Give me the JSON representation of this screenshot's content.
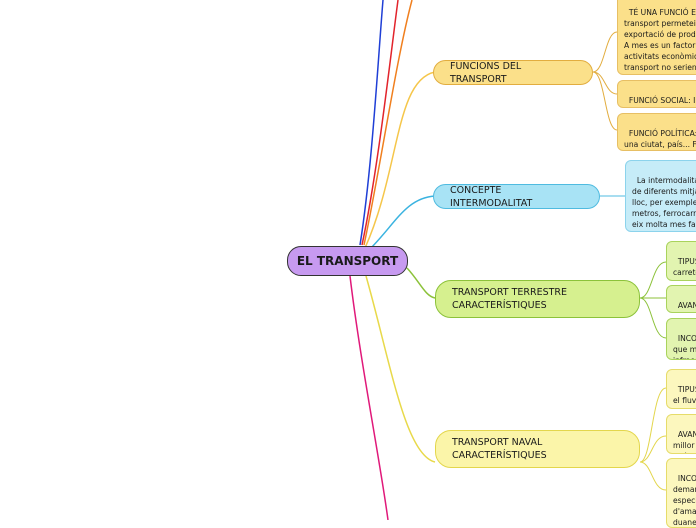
{
  "root": {
    "label": "EL TRANSPORT"
  },
  "branches": [
    {
      "label": "FUNCIONS DEL TRANSPORT",
      "leaves": [
        "TÉ UNA FUNCIÓ E\ntransport permetei\nexportació de prod\nA mes es un factor\nactivitats econòmiq\ntransport no serien\nglobalitzada.",
        "FUNCIÓ SOCIAL: Int\nla possibilitat de mo",
        "FUNCIÓ POLÍTICA: J\nuna ciutat, país... Fa\nmantengui unida i c"
      ]
    },
    {
      "label": "CONCEPTE INTERMODALITAT",
      "leaves": [
        "La intermodalitat\nde diferents mitja\nlloc, per exemple\nmetros, ferrocarr\neix molta mes fac\neconòmic (Comer"
      ]
    },
    {
      "label": "TRANSPORT TERRESTRE\nCARACTERÍSTIQUES",
      "leaves": [
        "TIPUS:\ncarrete\nvies; Fe",
        "AVANT\ncòmod",
        "INCON\nque m\ninfraes"
      ]
    },
    {
      "label": "TRANSPORT NAVAL\nCARACTERÍSTIQUES",
      "leaves": [
        "TIPUS:\nel fluvi\ncomer",
        "AVANT\nmillor c\nturístic",
        "INCON\ndeman\nespeci\nd'ama\nduane\nEl"
      ]
    }
  ],
  "colors": {
    "root": "#c79af0",
    "branch_funcions": "#fbe08a",
    "branch_intermodalitat": "#a8e3f5",
    "branch_terrestre": "#d6f08f",
    "branch_naval": "#fbf5a9",
    "line_blue": "#1f3fd6",
    "line_red": "#e2242c",
    "line_orange": "#f07f1e",
    "line_magenta": "#e0197a"
  }
}
